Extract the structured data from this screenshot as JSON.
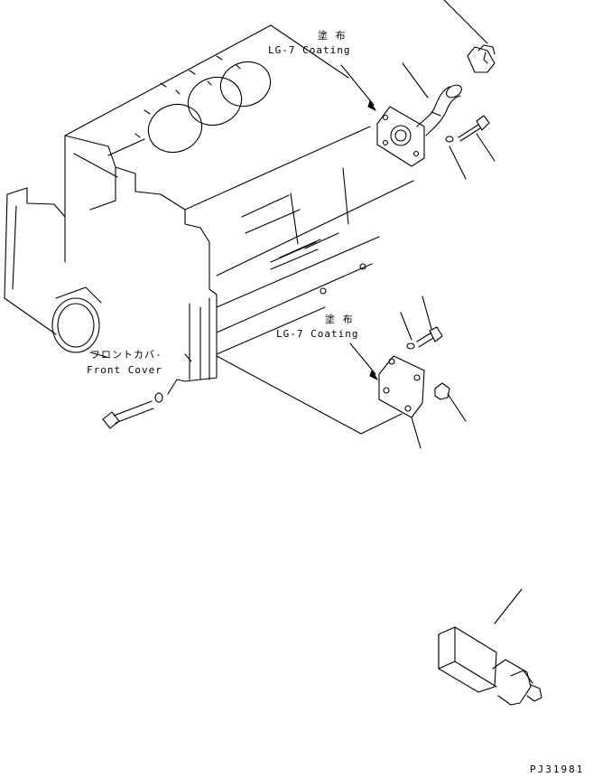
{
  "labels": {
    "coating1_jp": "塗 布",
    "coating1_en": "LG-7 Coating",
    "coating2_jp": "塗 布",
    "coating2_en": "LG-7 Coating",
    "front_cover_jp": "フロントカバ-",
    "front_cover_en": "Front Cover",
    "drawing_id": "PJ31981"
  }
}
